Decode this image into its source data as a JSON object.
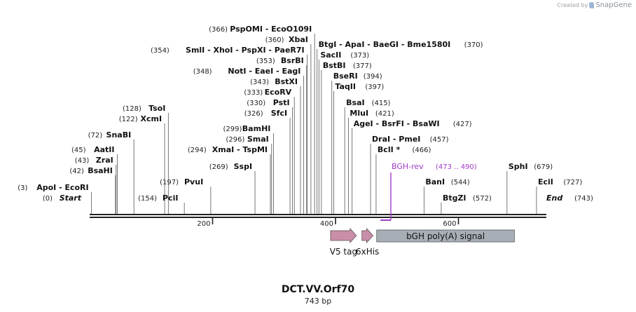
{
  "credit": {
    "prefix": "Created by",
    "brand": "SnapGene"
  },
  "title": "DCT.VV.Orf70",
  "subtitle": "743 bp",
  "colors": {
    "primer": "#a23bc8",
    "feature_arrow": "#c98fa9",
    "feature_box": "#a8aeb5",
    "backbone": "#222222"
  },
  "map": {
    "length": 743,
    "ruler": [
      {
        "pos": 200,
        "label": "200"
      },
      {
        "pos": 400,
        "label": "400"
      },
      {
        "pos": 600,
        "label": "600"
      }
    ],
    "sites": [
      {
        "name": "Start",
        "num": "(0)",
        "pos": 0,
        "italic": true
      },
      {
        "name": "ApoI - EcoRI",
        "num": "(3)",
        "pos": 3
      },
      {
        "name": "BsaHI",
        "num": "(42)",
        "pos": 42
      },
      {
        "name": "ZraI",
        "num": "(43)",
        "pos": 43
      },
      {
        "name": "AatII",
        "num": "(45)",
        "pos": 45
      },
      {
        "name": "SnaBI",
        "num": "(72)",
        "pos": 72
      },
      {
        "name": "XcmI",
        "num": "(122)",
        "pos": 122
      },
      {
        "name": "TsoI",
        "num": "(128)",
        "pos": 128
      },
      {
        "name": "PciI",
        "num": "(154)",
        "pos": 154
      },
      {
        "name": "PvuI",
        "num": "(197)",
        "pos": 197
      },
      {
        "name": "SspI",
        "num": "(269)",
        "pos": 269
      },
      {
        "name": "XmaI - TspMI",
        "num": "(294)",
        "pos": 294
      },
      {
        "name": "SmaI",
        "num": "(296)",
        "pos": 296
      },
      {
        "name": "BamHI",
        "num": "(299)",
        "pos": 299
      },
      {
        "name": "SfcI",
        "num": "(326)",
        "pos": 326
      },
      {
        "name": "PstI",
        "num": "(330)",
        "pos": 330
      },
      {
        "name": "EcoRV",
        "num": "(333)",
        "pos": 333
      },
      {
        "name": "BstXI",
        "num": "(343)",
        "pos": 343
      },
      {
        "name": "NotI - EaeI - EagI",
        "num": "(348)",
        "pos": 348
      },
      {
        "name": "BsrBI",
        "num": "(353)",
        "pos": 353
      },
      {
        "name": "SmlI - XhoI - PspXI - PaeR7I",
        "num": "(354)",
        "pos": 354
      },
      {
        "name": "XbaI",
        "num": "(360)",
        "pos": 360
      },
      {
        "name": "PspOMI - EcoO109I",
        "num": "(366)",
        "pos": 366
      },
      {
        "name": "BtgI - ApaI - BaeGI - Bme1580I",
        "num": "(370)",
        "pos": 370
      },
      {
        "name": "SacII",
        "num": "(373)",
        "pos": 373
      },
      {
        "name": "BstBI",
        "num": "(377)",
        "pos": 377
      },
      {
        "name": "BseRI",
        "num": "(394)",
        "pos": 394
      },
      {
        "name": "TaqII",
        "num": "(397)",
        "pos": 397
      },
      {
        "name": "BsaI",
        "num": "(415)",
        "pos": 415
      },
      {
        "name": "MluI",
        "num": "(421)",
        "pos": 421
      },
      {
        "name": "AgeI - BsrFI - BsaWI",
        "num": "(427)",
        "pos": 427
      },
      {
        "name": "DraI - PmeI",
        "num": "(457)",
        "pos": 457
      },
      {
        "name": "BclI *",
        "num": "(466)",
        "pos": 466
      },
      {
        "name": "BanI",
        "num": "(544)",
        "pos": 544
      },
      {
        "name": "BtgZI",
        "num": "(572)",
        "pos": 572
      },
      {
        "name": "SphI",
        "num": "(679)",
        "pos": 679
      },
      {
        "name": "EciI",
        "num": "(727)",
        "pos": 727
      },
      {
        "name": "End",
        "num": "(743)",
        "pos": 743,
        "italic": true
      }
    ],
    "primer": {
      "name": "BGH-rev",
      "range": "(473 .. 490)",
      "start": 473,
      "end": 490
    },
    "features": [
      {
        "name": "V5 tag",
        "start": 392,
        "end": 434,
        "kind": "arrow"
      },
      {
        "name": "6xHis",
        "start": 443,
        "end": 461,
        "kind": "arrow"
      },
      {
        "name": "bGH poly(A) signal",
        "start": 467,
        "end": 691,
        "kind": "box"
      }
    ]
  }
}
